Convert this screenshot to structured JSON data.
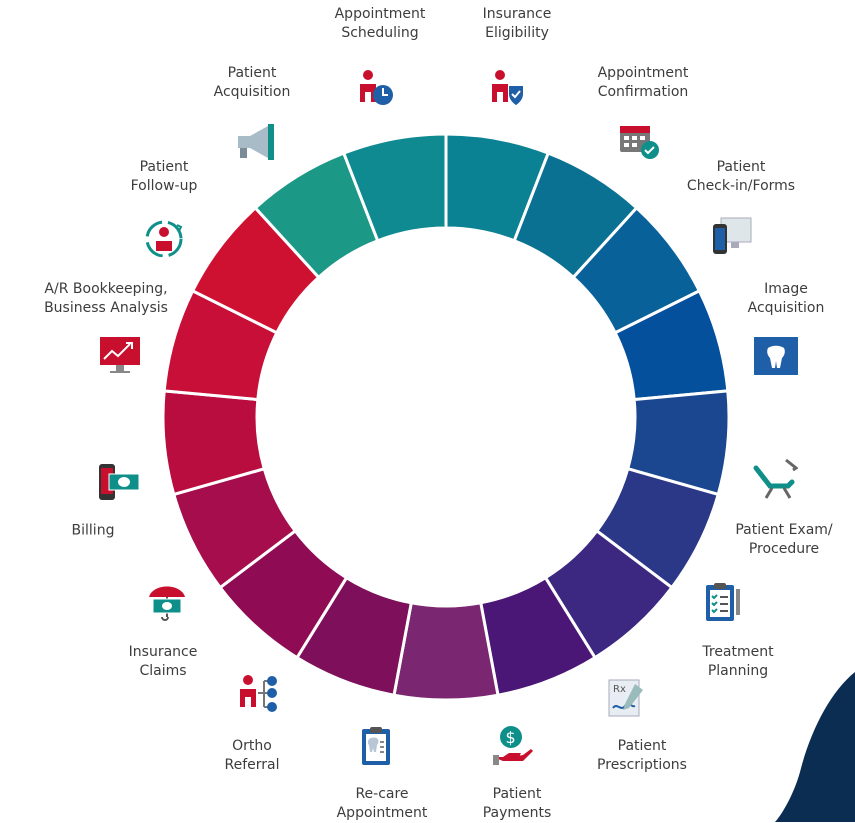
{
  "stages": [
    {
      "id": "insurance-eligibility",
      "lines": [
        "Insurance",
        "Eligibility"
      ],
      "icon": "person-shield-icon",
      "color": "#0b7f93"
    },
    {
      "id": "appointment-confirmation",
      "lines": [
        "Appointment",
        "Confirmation"
      ],
      "icon": "calendar-check-icon",
      "color": "#0a6f90"
    },
    {
      "id": "patient-check-in-forms",
      "lines": [
        "Patient",
        "Check-in/Forms"
      ],
      "icon": "phone-monitor-icon",
      "color": "#09639a"
    },
    {
      "id": "image-acquisition",
      "lines": [
        "Image",
        "Acquisition"
      ],
      "icon": "tooth-xray-icon",
      "color": "#05559e"
    },
    {
      "id": "patient-exam-procedure",
      "lines": [
        "Patient Exam/",
        "Procedure"
      ],
      "icon": "dental-chair-icon",
      "color": "#1a4a92"
    },
    {
      "id": "treatment-planning",
      "lines": [
        "Treatment",
        "Planning"
      ],
      "icon": "clipboard-checklist-icon",
      "color": "#2c3a89"
    },
    {
      "id": "patient-prescriptions",
      "lines": [
        "Patient",
        "Prescriptions"
      ],
      "icon": "prescription-pad-icon",
      "color": "#3b2a80"
    },
    {
      "id": "patient-payments",
      "lines": [
        "Patient",
        "Payments"
      ],
      "icon": "hand-dollar-icon",
      "color": "#4a1f78"
    },
    {
      "id": "re-care-appointment",
      "lines": [
        "Re-care",
        "Appointment"
      ],
      "icon": "tooth-clipboard-icon",
      "color": "#77276e"
    },
    {
      "id": "ortho-referral",
      "lines": [
        "Ortho",
        "Referral"
      ],
      "icon": "person-network-icon",
      "color": "#7b1d5c"
    },
    {
      "id": "insurance-claims",
      "lines": [
        "Insurance",
        "Claims"
      ],
      "icon": "umbrella-money-icon",
      "color": "#951b52"
    },
    {
      "id": "billing",
      "lines": [
        "Billing"
      ],
      "icon": "phone-cash-icon",
      "color": "#aa1a48"
    },
    {
      "id": "ar-bookkeeping",
      "lines": [
        "A/R Bookkeeping,",
        "Business Analysis"
      ],
      "icon": "analytics-monitor-icon",
      "color": "#c0183c"
    },
    {
      "id": "patient-follow-up",
      "lines": [
        "Patient",
        "Follow-up"
      ],
      "icon": "person-cycle-icon",
      "color": "#d0152f"
    },
    {
      "id": "patient-acquisition",
      "lines": [
        "Patient",
        "Acquisition"
      ],
      "icon": "megaphone-icon",
      "color": "#1f9a88"
    },
    {
      "id": "appointment-scheduling",
      "lines": [
        "Appointment",
        "Scheduling"
      ],
      "icon": "person-clock-icon",
      "color": "#138c93"
    }
  ],
  "ring_segments": [
    {
      "stage": "insurance-eligibility",
      "color": "#0b8293"
    },
    {
      "stage": "appointment-confirmation",
      "color": "#0a7193"
    },
    {
      "stage": "patient-check-in-forms",
      "color": "#09619a"
    },
    {
      "stage": "image-acquisition",
      "color": "#05509d"
    },
    {
      "stage": "patient-exam-procedure",
      "color": "#1b4790"
    },
    {
      "stage": "treatment-planning",
      "color": "#2b3888"
    },
    {
      "stage": "patient-prescriptions",
      "color": "#3c2781"
    },
    {
      "stage": "patient-payments",
      "color": "#4b1776"
    },
    {
      "stage": "re-care-appointment",
      "color": "#7a2670"
    },
    {
      "stage": "ortho-referral",
      "color": "#7e0f5b"
    },
    {
      "stage": "insurance-claims",
      "color": "#8f0c55"
    },
    {
      "stage": "billing",
      "color": "#a50d4c"
    },
    {
      "stage": "ar-bookkeeping",
      "color": "#b90d40"
    },
    {
      "stage": "ar-bookkeeping-2",
      "color": "#c70f37"
    },
    {
      "stage": "patient-follow-up",
      "color": "#cf1131"
    },
    {
      "stage": "patient-acquisition",
      "color": "#1c9886"
    },
    {
      "stage": "appointment-scheduling",
      "color": "#0e8a90"
    }
  ],
  "accent_colors": {
    "icon_red": "#c8102e",
    "icon_blue": "#1f5fa8",
    "icon_teal": "#0f8f8a",
    "corner": "#0b2d52"
  }
}
